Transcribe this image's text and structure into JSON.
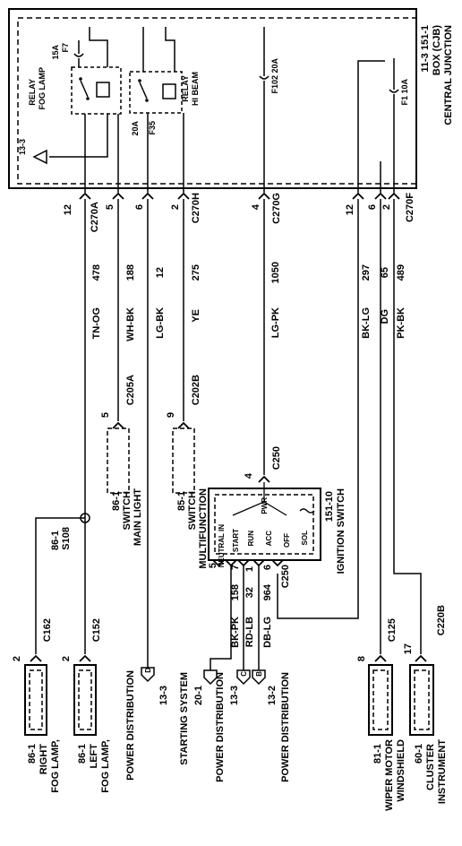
{
  "cjb": {
    "title_line1": "CENTRAL JUNCTION",
    "title_line2": "BOX (CJB)",
    "title_line3": "11-3   151-1",
    "fuse_f7": "F7",
    "fuse_f7_rating": "15A",
    "fuse_f35": "F35",
    "fuse_f35_rating": "20A",
    "fuse_f102": "F102  20A",
    "fuse_f1": "F1  10A",
    "fog_relay_line1": "FOG LAMP",
    "fog_relay_line2": "RELAY",
    "hibeam_relay_line1": "HI BEAM",
    "hibeam_relay_line2": "RELAY",
    "ground_ref": "13-3"
  },
  "connectors": {
    "c270a": "C270A",
    "c270h": "C270H",
    "c270g": "C270G",
    "c270f": "C270F",
    "c205a": "C205A",
    "c202b": "C202B",
    "c250_top": "C250",
    "c250_bottom": "C250",
    "c152": "C152",
    "c162": "C162",
    "c125": "C125",
    "c220b": "C220B"
  },
  "wires": [
    {
      "pin": "12",
      "circuit": "478",
      "color": "TN-OG"
    },
    {
      "pin": "5",
      "circuit": "188",
      "color": "WH-BK"
    },
    {
      "pin": "6",
      "circuit": "12",
      "color": "LG-BK"
    },
    {
      "pin": "2",
      "circuit": "275",
      "color": "YE"
    },
    {
      "pin": "4",
      "circuit": "1050",
      "color": "LG-PK"
    },
    {
      "pin": "12",
      "circuit": "297",
      "color": "BK-LG"
    },
    {
      "pin": "6",
      "circuit": "65",
      "color": "DG"
    },
    {
      "pin": "2",
      "circuit": "489",
      "color": "PK-BK"
    }
  ],
  "ignition_wires": [
    {
      "pin": "7",
      "circuit": "158",
      "color": "BK-PK"
    },
    {
      "pin": "1",
      "circuit": "32",
      "color": "RD-LB"
    },
    {
      "pin": "6",
      "circuit": "964",
      "color": "DB-LG"
    }
  ],
  "components": {
    "main_light_switch_line1": "MAIN LIGHT",
    "main_light_switch_line2": "SWITCH",
    "main_light_switch_ref": "86-1",
    "main_light_pin": "5",
    "multifunction_switch_line1": "MULTIFUNCTION",
    "multifunction_switch_line2": "SWITCH",
    "multifunction_switch_ref": "85-1",
    "multifunction_pin": "9",
    "ignition_switch_line1": "IGNITION SWITCH",
    "ignition_switch_ref": "151-10",
    "ignition_pin_in": "4",
    "ignition_pin_5": "5",
    "ign_pwr": "PWR",
    "ign_neutral": "NEUTRAL IN",
    "ign_start": "START",
    "ign_run": "RUN",
    "ign_acc": "ACC",
    "ign_off": "OFF",
    "ign_sol": "SOL",
    "splice": "S108",
    "splice_ref": "86-1",
    "fog_left_line1": "FOG LAMP,",
    "fog_left_line2": "LEFT",
    "fog_left_ref": "86-1",
    "fog_left_pin": "2",
    "fog_right_line1": "FOG LAMP,",
    "fog_right_line2": "RIGHT",
    "fog_right_ref": "86-1",
    "fog_right_pin": "2",
    "wiper_line1": "WINDSHIELD",
    "wiper_line2": "WIPER MOTOR",
    "wiper_ref": "81-1",
    "wiper_pin": "8",
    "cluster_line1": "INSTRUMENT",
    "cluster_line2": "CLUSTER",
    "cluster_ref": "60-1",
    "cluster_pin": "17"
  },
  "refs": {
    "power_dist_a_ref": "13-3",
    "power_dist_a_label": "POWER DISTRIBUTION",
    "power_dist_a_letter": "D",
    "starting_ref": "20-1",
    "starting_label": "STARTING SYSTEM",
    "power_dist_c_ref": "13-3",
    "power_dist_c_label": "POWER DISTRIBUTION",
    "power_dist_c_letter": "C",
    "power_dist_b_ref": "13-2",
    "power_dist_b_label": "POWER DISTRIBUTION",
    "power_dist_b_letter": "B"
  }
}
